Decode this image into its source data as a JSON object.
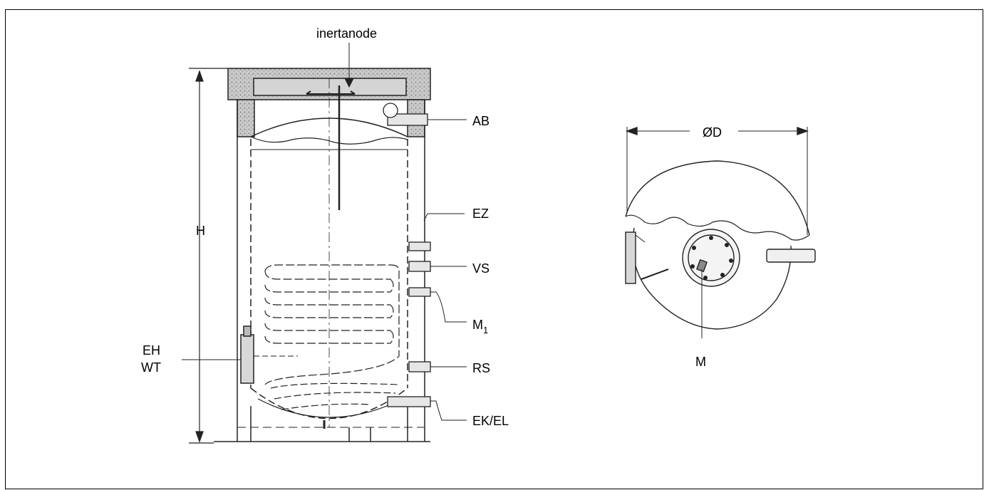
{
  "header": {
    "title": ""
  },
  "labels": {
    "inertanode": "inertanode",
    "ab": "AB",
    "ez": "EZ",
    "vs": "VS",
    "m1_base": "M",
    "m1_sub": "1",
    "rs": "RS",
    "ek_el": "EK/EL",
    "h": "H",
    "eh": "EH",
    "wt": "WT",
    "diameter": "ØD",
    "m": "M"
  }
}
